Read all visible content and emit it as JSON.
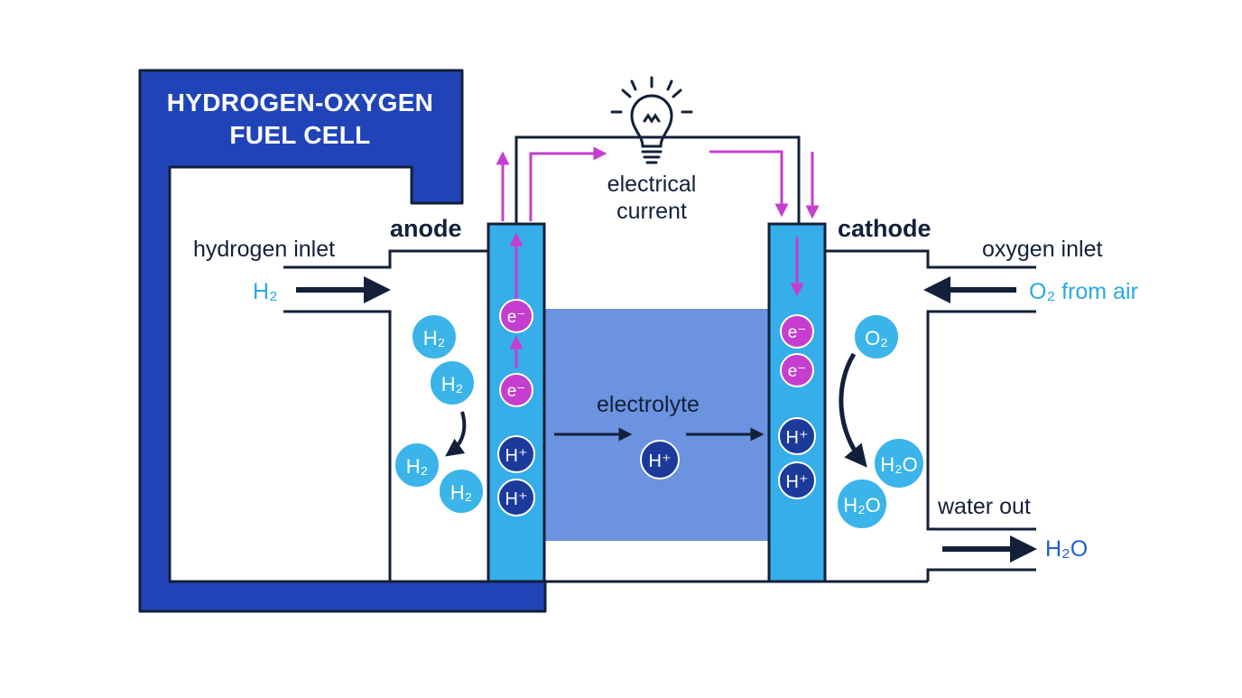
{
  "title": {
    "line1": "HYDROGEN-OXYGEN",
    "line2": "FUEL CELL"
  },
  "labels": {
    "anode": "anode",
    "cathode": "cathode",
    "hydrogen_inlet": "hydrogen inlet",
    "h2_in": "H₂",
    "oxygen_inlet": "oxygen inlet",
    "o2_in": "O₂ from air",
    "electrical_line1": "electrical",
    "electrical_line2": "current",
    "electrolyte": "electrolyte",
    "water_out": "water out",
    "h2o_out": "H₂O"
  },
  "particles": {
    "anode_h2": [
      "H₂",
      "H₂",
      "H₂",
      "H₂"
    ],
    "anode_electrons": [
      "e⁻",
      "e⁻"
    ],
    "anode_protons": [
      "H⁺",
      "H⁺"
    ],
    "electrolyte_proton": "H⁺",
    "cathode_electrons": [
      "e⁻",
      "e⁻"
    ],
    "cathode_protons": [
      "H⁺",
      "H⁺"
    ],
    "cathode_o2": "O₂",
    "cathode_water": [
      "H₂O",
      "H₂O"
    ]
  },
  "colors": {
    "title_bg": "#2044b8",
    "electrode": "#35aee9",
    "electrolyte": "#6b93e0",
    "wire": "#13203a",
    "electron_flow": "#c53ecf",
    "molecule": "#3bb4ea",
    "proton": "#1c3a9a"
  }
}
